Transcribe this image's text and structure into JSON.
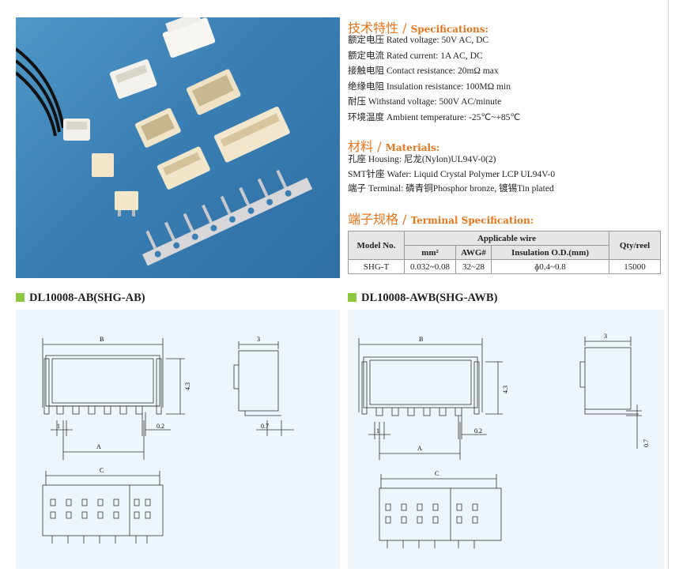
{
  "specifications": {
    "title_zh": "技术特性 /",
    "title_en": "Specifications:",
    "rows": [
      {
        "zh": "额定电压",
        "en": "Rated voltage:",
        "value": "50V AC, DC"
      },
      {
        "zh": "额定电流",
        "en": "Rated current:",
        "value": "1A AC, DC"
      },
      {
        "zh": "接触电阻",
        "en": "Contact resistance:",
        "value": "20mΩ max"
      },
      {
        "zh": "绝缘电阻",
        "en": "Insulation resistance:",
        "value": "100MΩ min"
      },
      {
        "zh": "耐压",
        "en": "Withstand voltage:",
        "value": "500V AC/minute"
      },
      {
        "zh": "环境温度",
        "en": "Ambient temperature:",
        "value": "-25℃~+85℃"
      }
    ]
  },
  "materials": {
    "title_zh": "材料 /",
    "title_en": "Materials:",
    "rows": [
      {
        "label": "孔座 Housing:",
        "value": "尼龙(Nylon)UL94V-0(2)"
      },
      {
        "label": "SMT针座 Wafer:",
        "value": "Liquid Crystal Polymer LCP UL94V-0"
      },
      {
        "label": "端子 Terminal:",
        "value": "磷青铜Phosphor bronze, 镀锡Tin plated"
      }
    ]
  },
  "terminal_spec": {
    "title_zh": "端子规格 /",
    "title_en": "Terminal Specification:",
    "headers": {
      "model": "Model No.",
      "applicable": "Applicable wire",
      "qty": "Qty/reel",
      "mm2": "mm²",
      "awg": "AWG#",
      "od": "Insulation O.D.(mm)"
    },
    "row": {
      "model": "SHG-T",
      "mm2": "0.032~0.08",
      "awg": "32~28",
      "od": "ɸ0.4~0.8",
      "qty": "15000"
    }
  },
  "drawings": [
    {
      "title": "DL10008-AB(SHG-AB)",
      "dims": {
        "b": "B",
        "a": "A",
        "c": "C",
        "one": "1",
        "pitch": "0.2",
        "height": "4.3",
        "depth": "3",
        "tail": "0.7"
      }
    },
    {
      "title": "DL10008-AWB(SHG-AWB)",
      "dims": {
        "b": "B",
        "a": "A",
        "c": "C",
        "one": "1",
        "pitch": "0.2",
        "height": "4.3",
        "depth": "3",
        "tail": "0.7"
      }
    }
  ],
  "colors": {
    "accent_orange": "#e8741a",
    "accent_green": "#8dc63f",
    "photo_bg": "#3a7fb4",
    "drawing_bg": "#eef6fb"
  }
}
